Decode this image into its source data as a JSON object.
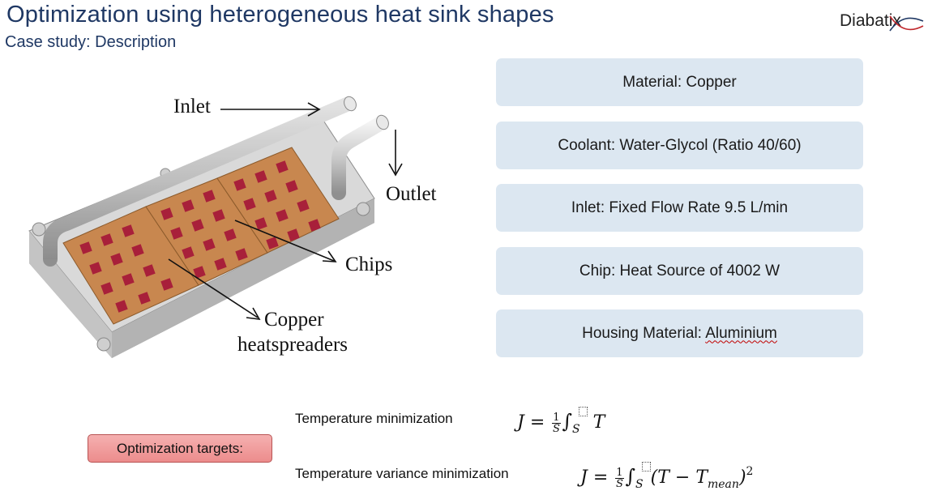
{
  "header": {
    "title": "Optimization using heterogeneous heat sink shapes",
    "subtitle": "Case study: Description",
    "logo_text": "Diabatix"
  },
  "figure": {
    "labels": {
      "inlet": "Inlet",
      "outlet": "Outlet",
      "chips": "Chips",
      "copper_line1": "Copper",
      "copper_line2": "heatspreaders"
    }
  },
  "specs": [
    {
      "text": "Material: Copper"
    },
    {
      "text": "Coolant: Water-Glycol (Ratio 40/60)"
    },
    {
      "text": "Inlet: Fixed Flow Rate 9.5 L/min"
    },
    {
      "text": "Chip: Heat Source of 4002 W"
    },
    {
      "prefix": "Housing Material: ",
      "highlight": "Aluminium"
    }
  ],
  "targets": {
    "button_label": "Optimization targets:",
    "items": [
      {
        "label": "Temperature minimization",
        "lhs": "J",
        "frac_num": "1",
        "frac_den": "S",
        "int_sub": "S",
        "integrand": "T"
      },
      {
        "label": "Temperature variance minimization",
        "lhs": "J",
        "frac_num": "1",
        "frac_den": "S",
        "int_sub": "S",
        "integrand_open": "(T − T",
        "integrand_sub": "mean",
        "integrand_close": ")",
        "power": "2"
      }
    ]
  },
  "colors": {
    "title": "#1f3864",
    "card_bg": "#dce7f1",
    "target_box": "#f19a9a",
    "copper": "#c8874f",
    "chip": "#a8203a",
    "housing": "#d6d6d6"
  }
}
